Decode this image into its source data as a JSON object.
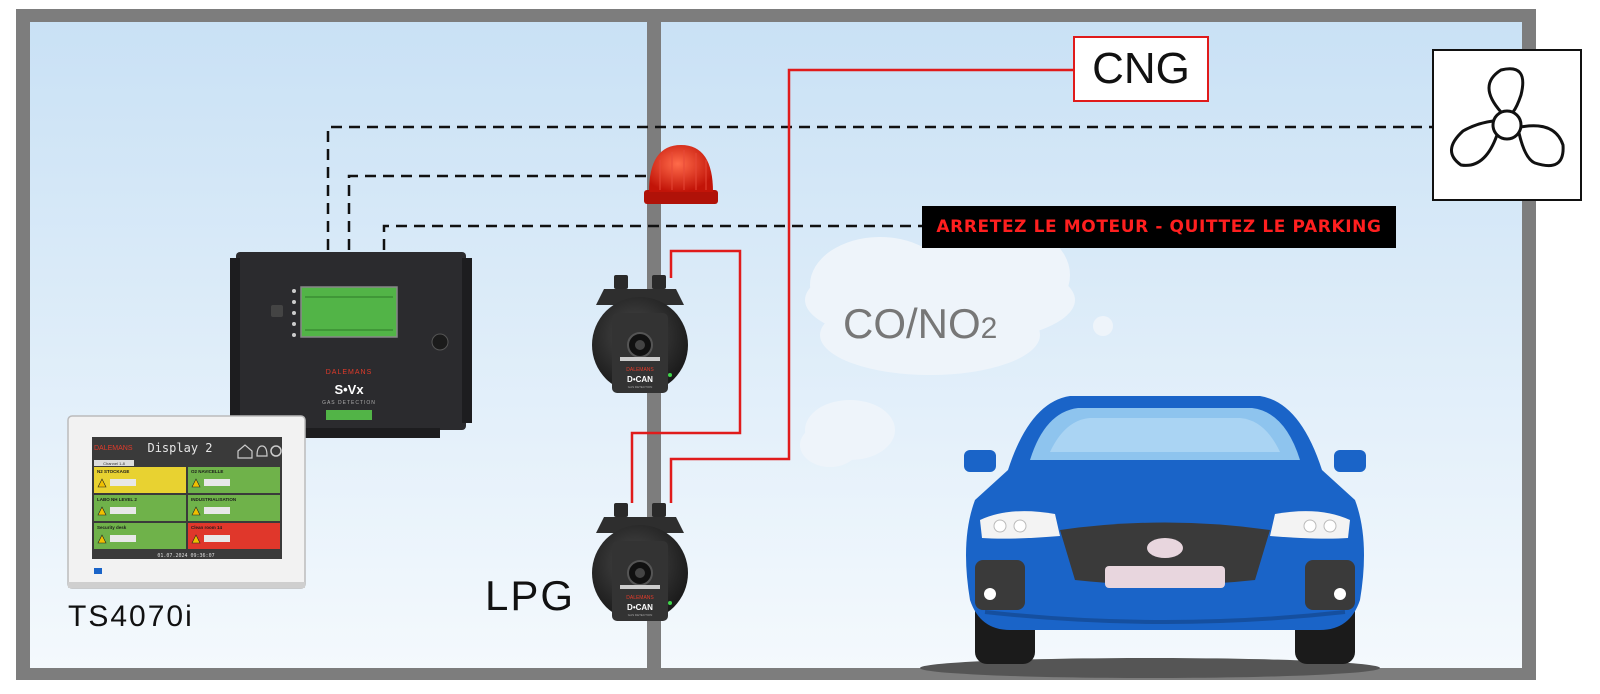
{
  "labels": {
    "cng": "CNG",
    "warning": "ARRETEZ LE MOTEUR - QUITTEZ LE PARKING",
    "lpg": "LPG",
    "touchscreen": "TS4070i",
    "gas_main": "CO/NO",
    "gas_sub": "2"
  },
  "controller": {
    "brand": "DALEMANS",
    "model": "S•Vx",
    "caption": "GAS DETECTION"
  },
  "sensor": {
    "brand": "DALEMANS",
    "model": "D•CAN",
    "caption": "GAS DETECTION"
  },
  "touchscreen": {
    "brand": "DALEMANS",
    "title": "Display 2",
    "tab": "Channel 1-8",
    "tiles": [
      {
        "label": "N2 STOCKAGE",
        "color": "#e8d231"
      },
      {
        "label": "O2 NAVICELLE",
        "color": "#6fb24a"
      },
      {
        "label": "LABO NH LEVEL 2",
        "color": "#6fb24a"
      },
      {
        "label": "INDUSTRIALISATION",
        "color": "#6fb24a"
      },
      {
        "label": "Security desk",
        "color": "#6fb24a"
      },
      {
        "label": "Clean room 14",
        "color": "#e0372b"
      }
    ],
    "datetime": "01.07.2024  09:36:07"
  },
  "colors": {
    "wall": "#7d7d7d",
    "wire": "#e01b1b",
    "car": "#1a64c8",
    "sky_top": "#c9e1f5",
    "sky_bottom": "#f4f9fd"
  }
}
